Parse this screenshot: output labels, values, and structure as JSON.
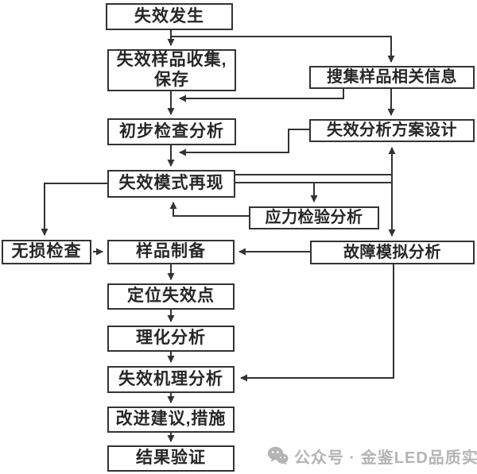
{
  "nodes": {
    "failure_occur": {
      "label": "失效发生"
    },
    "collect_save": {
      "label": "失效样品收集,",
      "label2": "保存"
    },
    "preliminary_check": {
      "label": "初步检查分析"
    },
    "failure_mode_repro": {
      "label": "失效模式再现"
    },
    "nondestructive_check": {
      "label": "无损检查"
    },
    "sample_prep": {
      "label": "样品制备"
    },
    "locate_failure_point": {
      "label": "定位失效点"
    },
    "physicochemical": {
      "label": "理化分析"
    },
    "failure_mechanism": {
      "label": "失效机理分析"
    },
    "improvement": {
      "label": "改进建议,措施"
    },
    "result_verify": {
      "label": "结果验证"
    },
    "gather_sample_info": {
      "label": "搜集样品相关信息"
    },
    "analysis_plan_design": {
      "label": "失效分析方案设计"
    },
    "stress_test_analysis": {
      "label": "应力检验分析"
    },
    "fault_simulation": {
      "label": "故障模拟分析"
    }
  },
  "edges": [
    {
      "from": "失效发生",
      "to": "失效样品收集,保存"
    },
    {
      "from": "失效发生",
      "to": "搜集样品相关信息"
    },
    {
      "from": "失效样品收集,保存",
      "to": "初步检查分析"
    },
    {
      "from": "搜集样品相关信息",
      "to": "初步检查分析"
    },
    {
      "from": "搜集样品相关信息",
      "to": "失效分析方案设计"
    },
    {
      "from": "初步检查分析",
      "to": "失效模式再现"
    },
    {
      "from": "失效分析方案设计",
      "to": "失效模式再现"
    },
    {
      "from": "失效模式再现",
      "to": "失效分析方案设计"
    },
    {
      "from": "失效模式再现",
      "to": "应力检验分析"
    },
    {
      "from": "失效模式再现",
      "to": "故障模拟分析"
    },
    {
      "from": "应力检验分析",
      "to": "失效模式再现"
    },
    {
      "from": "失效模式再现",
      "to": "无损检查"
    },
    {
      "from": "无损检查",
      "to": "样品制备"
    },
    {
      "from": "故障模拟分析",
      "to": "样品制备"
    },
    {
      "from": "样品制备",
      "to": "定位失效点"
    },
    {
      "from": "定位失效点",
      "to": "理化分析"
    },
    {
      "from": "理化分析",
      "to": "失效机理分析"
    },
    {
      "from": "故障模拟分析",
      "to": "失效机理分析"
    },
    {
      "from": "失效机理分析",
      "to": "改进建议,措施"
    },
    {
      "from": "改进建议,措施",
      "to": "结果验证"
    }
  ],
  "watermark": {
    "icon": "wechat-icon",
    "text": "公众号 · 金鉴LED品质实验室"
  },
  "colors": {
    "line": "#333333",
    "text": "#262626",
    "watermark": "#b4b4b4",
    "background": "#ffffff"
  }
}
